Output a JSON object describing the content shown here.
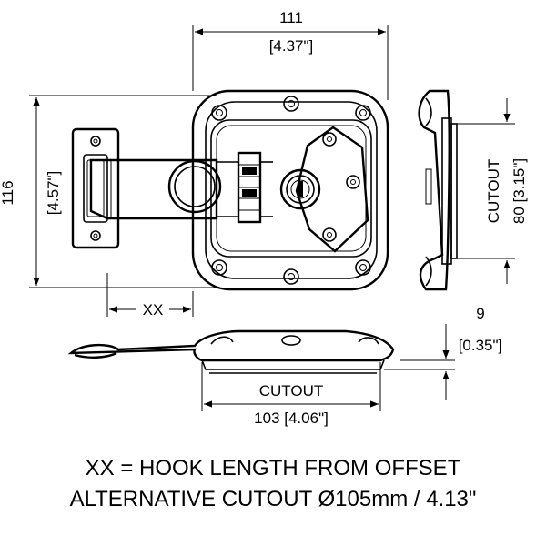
{
  "dimensions": {
    "top_width_mm": "111",
    "top_width_in": "[4.37\"]",
    "height_mm": "116",
    "height_in": "[4.57\"]",
    "side_cutout_label": "CUTOUT",
    "side_cutout_value": "80 [3.15\"]",
    "hook_label": "XX",
    "depth_mm": "9",
    "depth_in": "[0.35\"]",
    "bottom_cutout_label": "CUTOUT",
    "bottom_cutout_value": "103 [4.06\"]"
  },
  "notes": {
    "line1": "XX = HOOK LENGTH FROM OFFSET",
    "line2": "ALTERNATIVE CUTOUT Ø105mm / 4.13\""
  },
  "colors": {
    "ink": "#000000",
    "background": "#ffffff"
  }
}
